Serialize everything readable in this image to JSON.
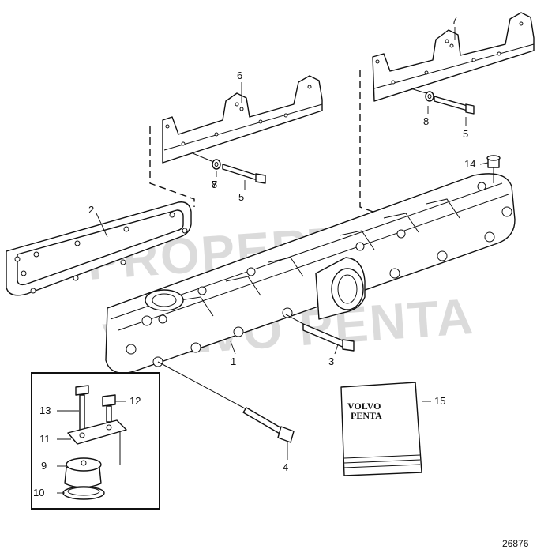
{
  "watermark": {
    "line1": "PROPERTY OF",
    "line2": "VOLVO PENTA"
  },
  "drawing_number": "26876",
  "manual_cover": {
    "line1": "VOLVO",
    "line2": "PENTA"
  },
  "callouts": {
    "c1": "1",
    "c2": "2",
    "c3": "3",
    "c4": "4",
    "c5a": "5",
    "c5b": "5",
    "c6": "6",
    "c7": "7",
    "c7b": "7",
    "c8a": "8",
    "c8b": "8",
    "c9": "9",
    "c10": "10",
    "c11": "11",
    "c12": "12",
    "c13": "13",
    "c14": "14",
    "c15": "15"
  }
}
